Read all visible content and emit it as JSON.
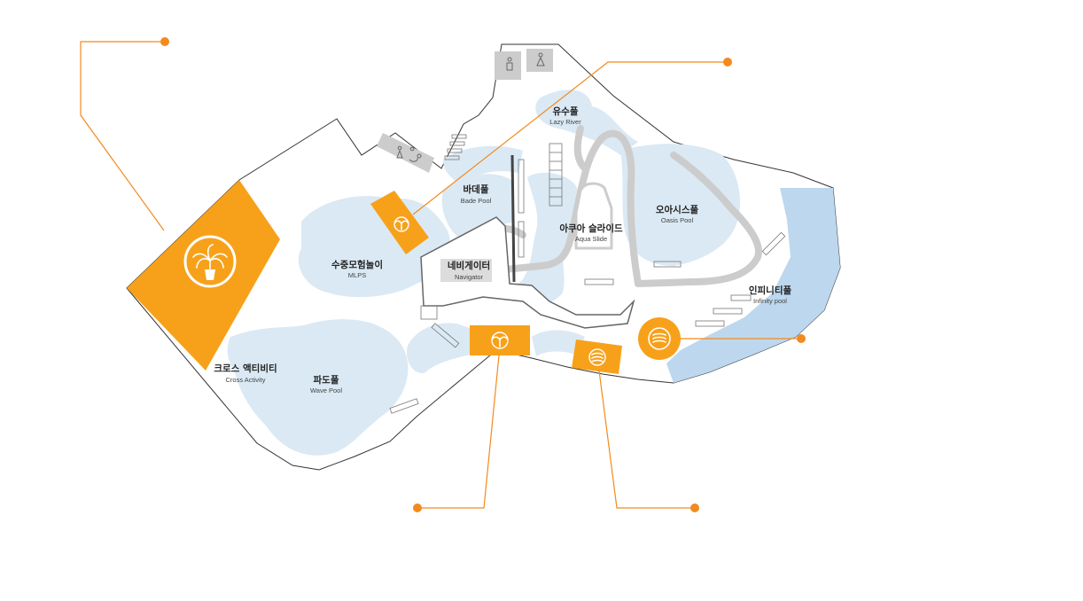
{
  "colors": {
    "orange": "#f7a11a",
    "callout": "#f28a1e",
    "water": "#dae9f4",
    "infinity_water": "#bcd7ee",
    "slide": "#cccccc",
    "outline": "#333333"
  },
  "zones": [
    {
      "id": "lazy-river",
      "ko": "유수풀",
      "en": "Lazy River"
    },
    {
      "id": "bade-pool",
      "ko": "바데풀",
      "en": "Bade Pool"
    },
    {
      "id": "aqua-slide",
      "ko": "아쿠아 슬라이드",
      "en": "Aqua Slide"
    },
    {
      "id": "oasis-pool",
      "ko": "오아시스풀",
      "en": "Oasis Pool"
    },
    {
      "id": "mlps",
      "ko": "수중모험놀이",
      "en": "MLPS"
    },
    {
      "id": "navigator",
      "ko": "네비게이터",
      "en": "Navigator"
    },
    {
      "id": "infinity-pool",
      "ko": "인피니티풀",
      "en": "Infinity pool"
    },
    {
      "id": "cross-activity",
      "ko": "크로스 액티비티",
      "en": "Cross Activity"
    },
    {
      "id": "wave-pool",
      "ko": "파도풀",
      "en": "Wave Pool"
    }
  ],
  "icons": {
    "palm": "palm-tree-icon",
    "waves": "water-waves-icon",
    "male": "male-restroom-icon",
    "female": "female-restroom-icon",
    "accessible": "accessible-icon"
  }
}
